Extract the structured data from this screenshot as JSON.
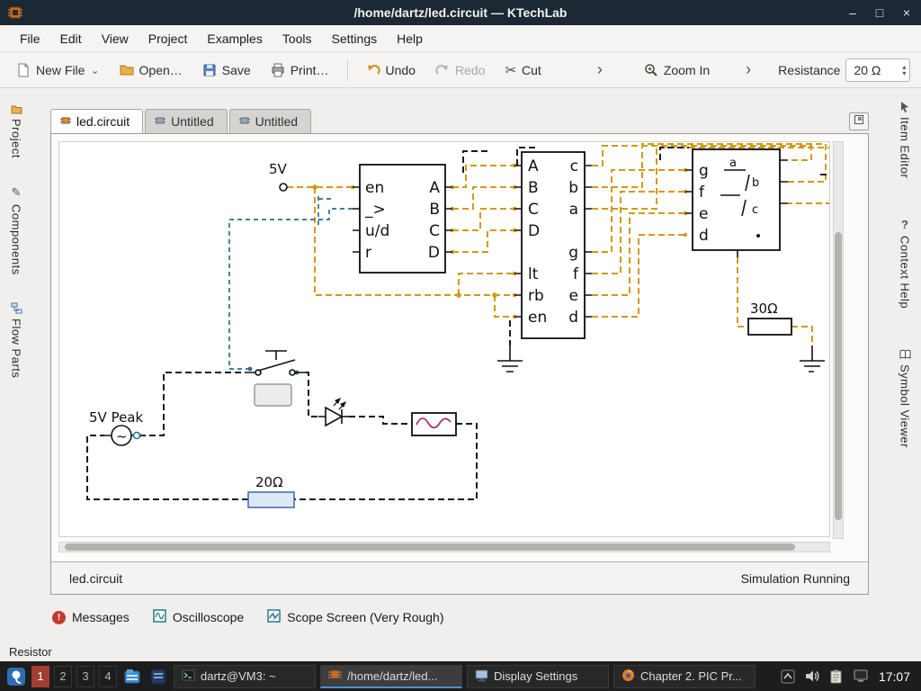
{
  "colors": {
    "accent": "#4a90d9",
    "wire_orange": "#d29a16",
    "wire_blue": "#2e6f8e",
    "wire_black": "#1a1a1a",
    "probe_wave": "#a8356e",
    "workspace_active": "#a33c32"
  },
  "window": {
    "title": "/home/dartz/led.circuit — KTechLab",
    "minimize": "–",
    "maximize": "□",
    "close": "×"
  },
  "menu": {
    "items": [
      "File",
      "Edit",
      "View",
      "Project",
      "Examples",
      "Tools",
      "Settings",
      "Help"
    ]
  },
  "toolbar": {
    "new_file": "New File",
    "open": "Open…",
    "save": "Save",
    "print": "Print…",
    "undo": "Undo",
    "redo": "Redo",
    "cut": "Cut",
    "zoom_in": "Zoom In",
    "resistance_label": "Resistance",
    "resistance_value": "20 Ω",
    "chevron": "›",
    "caret": "⌄",
    "cut_glyph": "✂",
    "spin_up": "▴",
    "spin_down": "▾"
  },
  "sidebars": {
    "left": [
      "Project",
      "Components",
      "Flow Parts"
    ],
    "right": [
      "Item Editor",
      "Context Help",
      "Symbol Viewer"
    ]
  },
  "tabs": [
    {
      "label": "led.circuit"
    },
    {
      "label": "Untitled"
    },
    {
      "label": "Untitled"
    }
  ],
  "circuit": {
    "vcc_label": "5V",
    "source_label": "5V Peak",
    "source_glyph": "~",
    "r1_label": "20Ω",
    "r2_label": "30Ω",
    "counter": {
      "left": [
        "en",
        "_>",
        "u/d",
        "r"
      ],
      "right": [
        "A",
        "B",
        "C",
        "D"
      ]
    },
    "decoder": {
      "left": [
        "A",
        "B",
        "C",
        "D",
        "lt",
        "rb",
        "en"
      ],
      "right": [
        "c",
        "b",
        "a",
        "g",
        "f",
        "e",
        "d"
      ]
    },
    "display": {
      "left": [
        "g",
        "f",
        "e",
        "d"
      ],
      "segments": [
        "a",
        "b",
        "c"
      ]
    }
  },
  "status": {
    "file": "led.circuit",
    "state": "Simulation Running"
  },
  "dock": {
    "items": [
      "Messages",
      "Oscilloscope",
      "Scope Screen (Very Rough)"
    ],
    "messages_badge": "!"
  },
  "app_status": "Resistor",
  "taskbar": {
    "workspaces": [
      "1",
      "2",
      "3",
      "4"
    ],
    "tasks": [
      {
        "label": "dartz@VM3: ~"
      },
      {
        "label": "/home/dartz/led..."
      },
      {
        "label": "Display Settings"
      },
      {
        "label": "Chapter 2. PIC Pr..."
      }
    ],
    "clock": "17:07"
  }
}
